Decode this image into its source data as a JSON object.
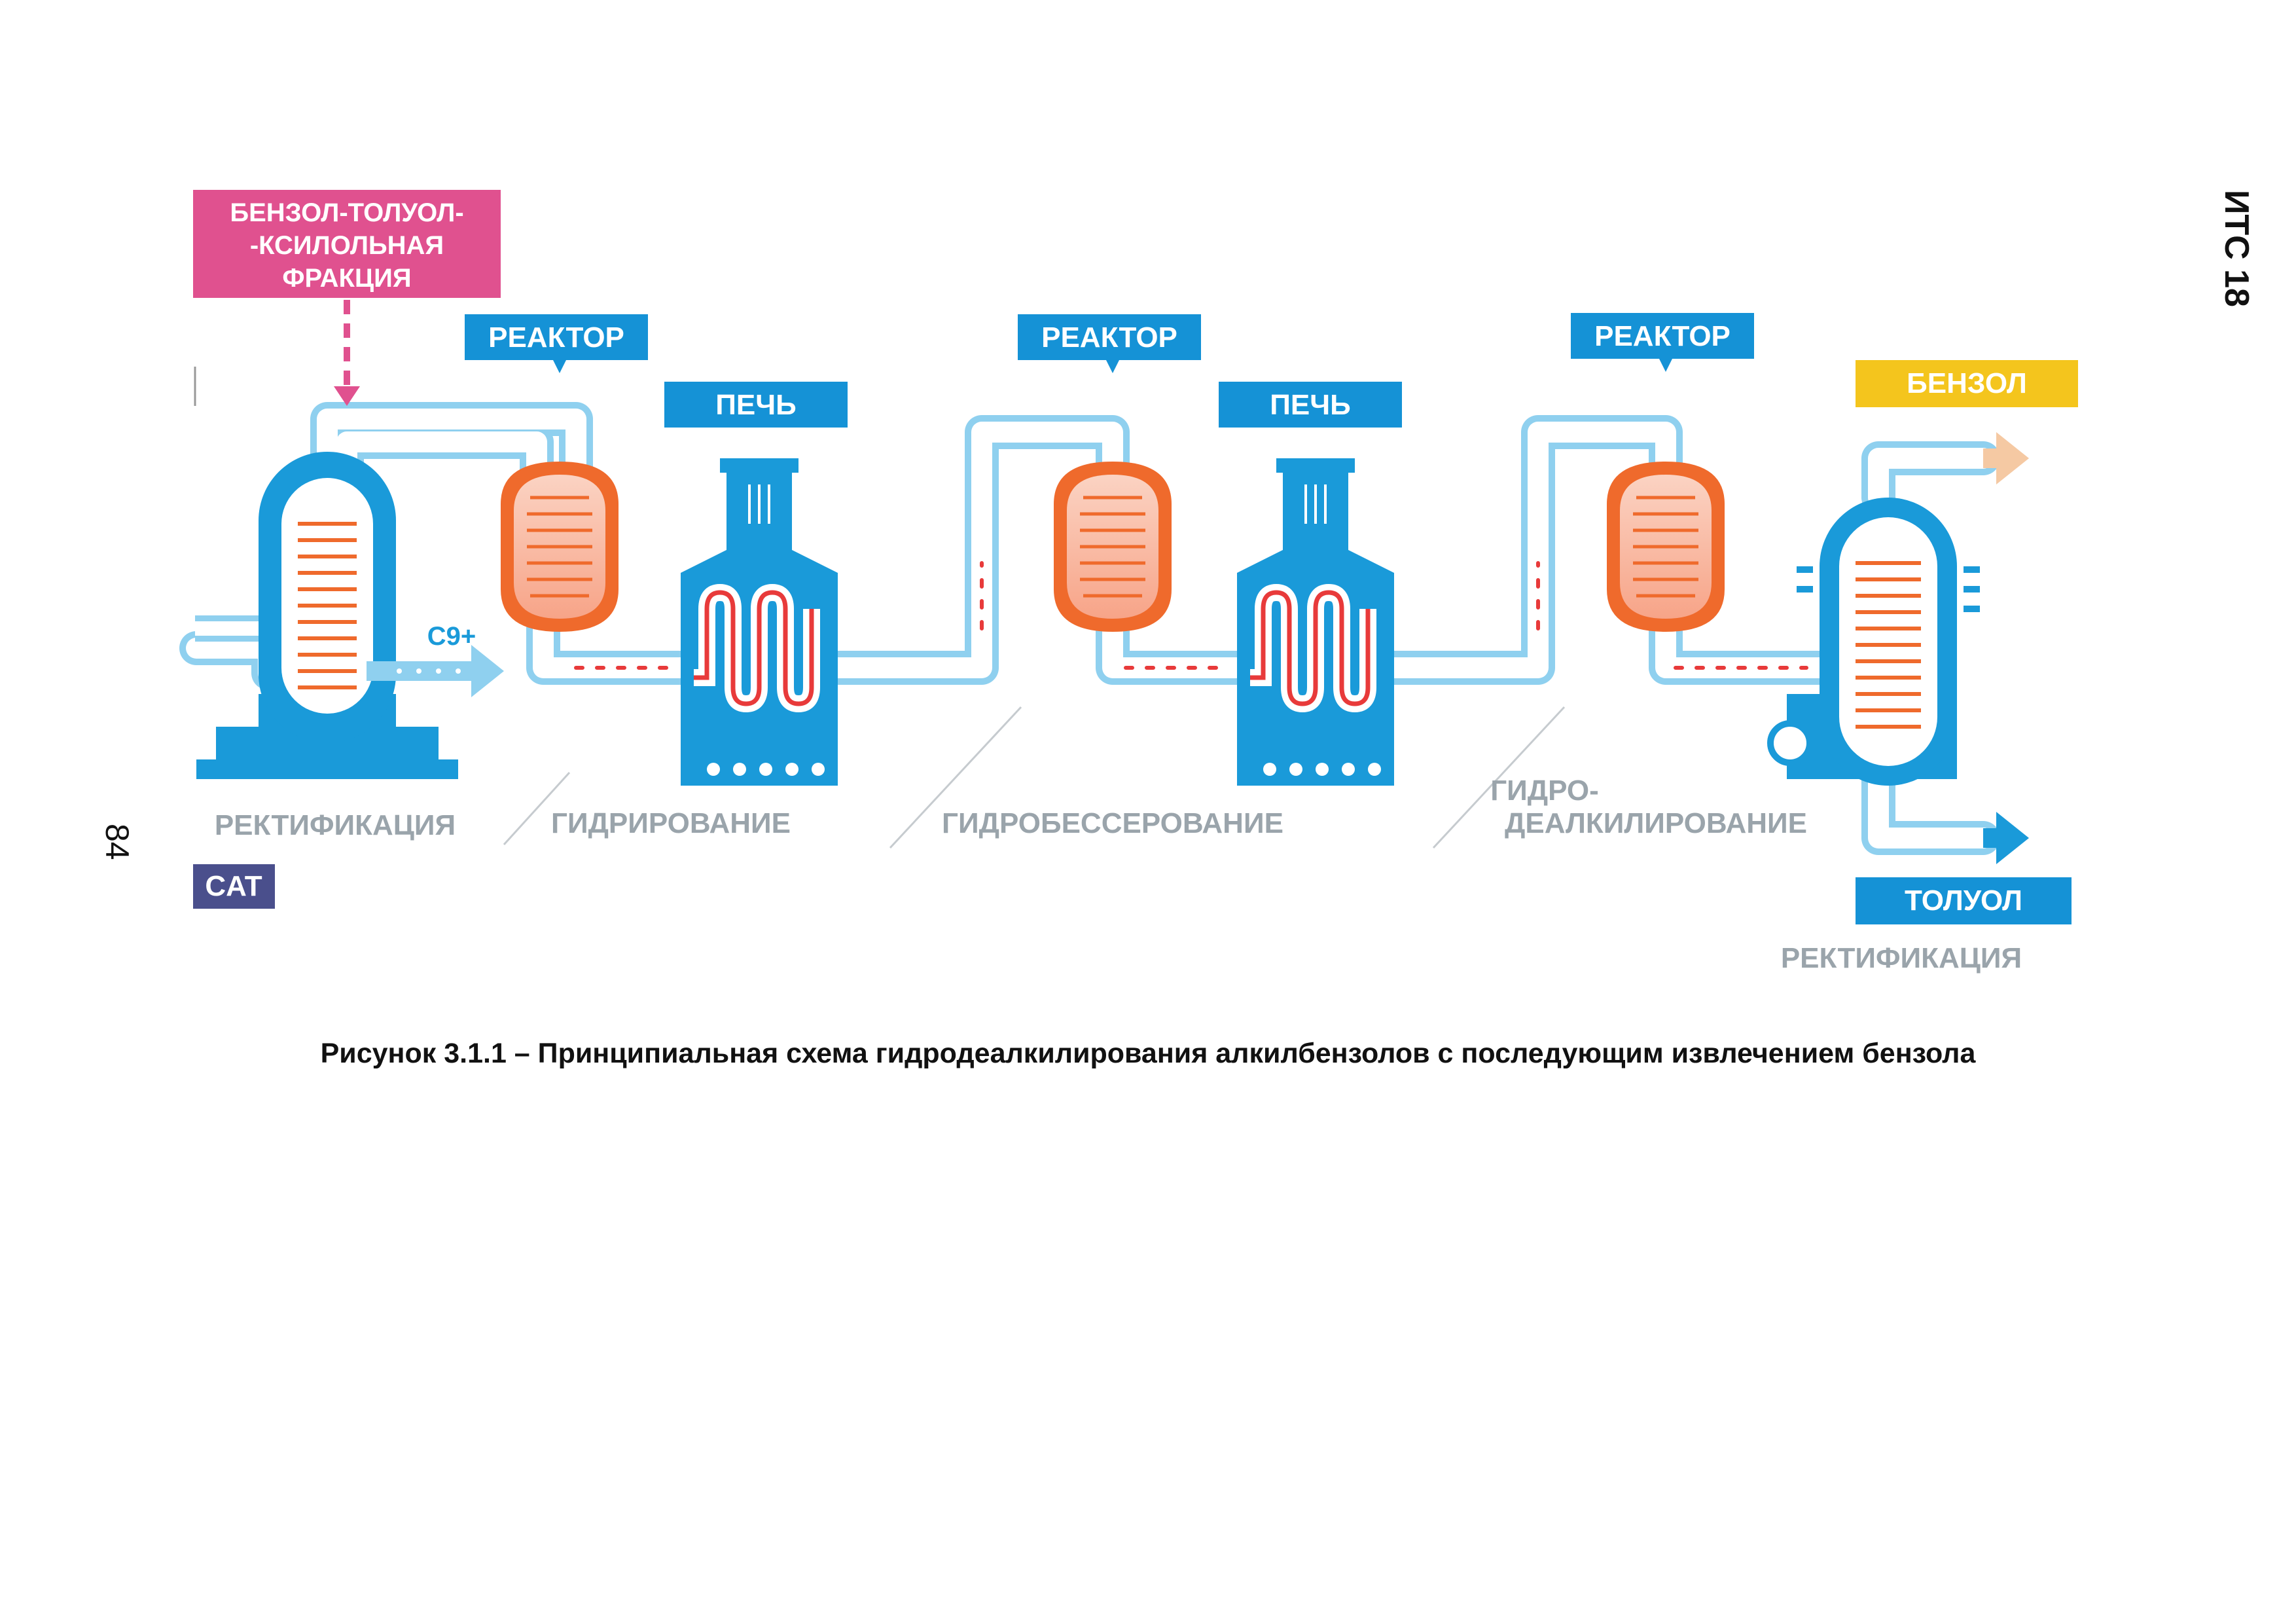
{
  "header": {
    "doc_code": "ИТС 18",
    "page_number": "84"
  },
  "diagram": {
    "feed_label": [
      "БЕНЗОЛ-ТОЛУОЛ-",
      "-КСИЛОЛЬНАЯ",
      "ФРАКЦИЯ"
    ],
    "reactor_label": "РЕАКТОР",
    "furnace_label": "ПЕЧЬ",
    "byproduct_label": "C9+",
    "product_benzene": "БЕНЗОЛ",
    "product_toluene": "ТОЛУОЛ",
    "badge": "CAT",
    "stages": {
      "rectification_1": "РЕКТИФИКАЦИЯ",
      "hydrogenation": "ГИДРИРОВАНИЕ",
      "hydrodesulfurization": "ГИДРОБЕССЕРОВАНИЕ",
      "hydrodealkylation": [
        "ГИДРО-",
        "ДЕАЛКИЛИРОВАНИЕ"
      ],
      "rectification_2": "РЕКТИФИКАЦИЯ"
    },
    "colors": {
      "equipment_blue": "#1a9ad9",
      "label_blue": "#1592d6",
      "feed_pink": "#e0518f",
      "benzene_yellow": "#f4c51d",
      "heater_orange": "#ef6a2c",
      "coil_red": "#e83a3a",
      "stage_gray": "#9aa4ab",
      "badge_navy": "#4a4f8c"
    }
  },
  "caption": "Рисунок  3.1.1 – Принципиальная схема гидродеалкилирования алкилбензолов с последующим извлечением бензола"
}
